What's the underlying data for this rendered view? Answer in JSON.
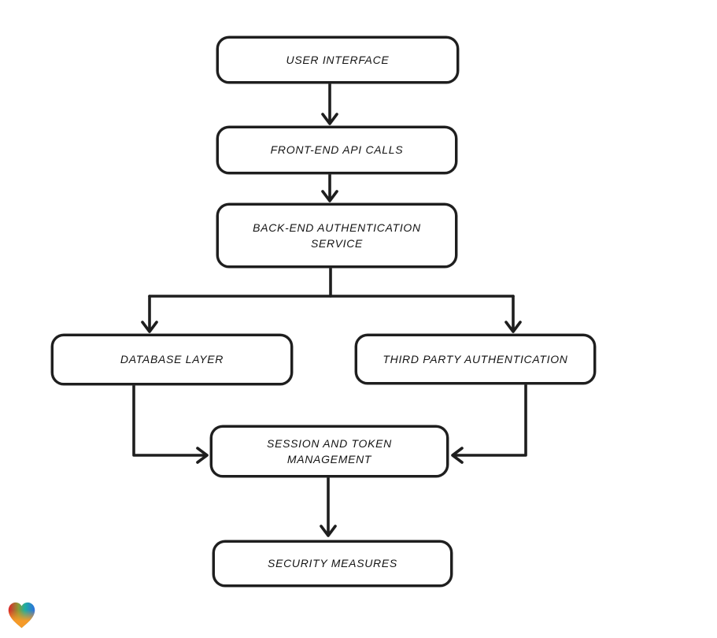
{
  "canvas": {
    "background": "#ffffff"
  },
  "diagram": {
    "type": "flowchart",
    "style": {
      "stroke_color": "#1e1e1e",
      "node_fill": "#ffffff",
      "text_color": "#141414"
    },
    "nodes": [
      {
        "id": "user-interface",
        "label": "USER INTERFACE"
      },
      {
        "id": "front-end-api-calls",
        "label": "FRONT-END API CALLS"
      },
      {
        "id": "back-end-auth-service",
        "label": "BACK-END AUTHENTICATION SERVICE"
      },
      {
        "id": "database-layer",
        "label": "DATABASE LAYER"
      },
      {
        "id": "third-party-auth",
        "label": "THIRD PARTY AUTHENTICATION"
      },
      {
        "id": "session-token-mgmt",
        "label": "SESSION AND TOKEN MANAGEMENT"
      },
      {
        "id": "security-measures",
        "label": "SECURITY MEASURES"
      }
    ],
    "edges": [
      {
        "from": "user-interface",
        "to": "front-end-api-calls"
      },
      {
        "from": "front-end-api-calls",
        "to": "back-end-auth-service"
      },
      {
        "from": "back-end-auth-service",
        "to": "database-layer"
      },
      {
        "from": "back-end-auth-service",
        "to": "third-party-auth"
      },
      {
        "from": "database-layer",
        "to": "session-token-mgmt"
      },
      {
        "from": "third-party-auth",
        "to": "session-token-mgmt"
      },
      {
        "from": "session-token-mgmt",
        "to": "security-measures"
      }
    ]
  },
  "watermark": {
    "icon": "heart-icon",
    "gradient_colors": [
      "#e0242a",
      "#8a9b35",
      "#1fae9e",
      "#2d6fe0",
      "#f59a28"
    ]
  }
}
